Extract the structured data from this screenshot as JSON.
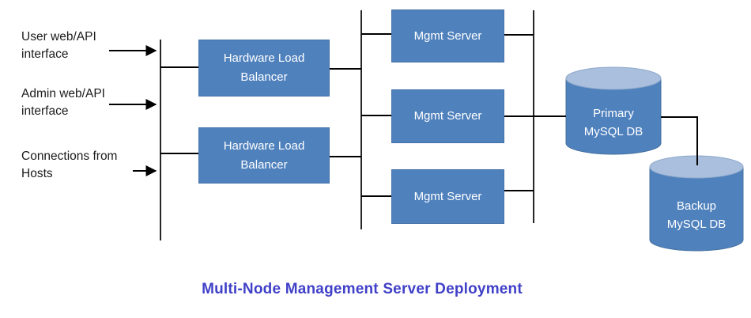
{
  "diagram": {
    "title": "Multi-Node Management Server Deployment",
    "sources": [
      {
        "line1": "User web/API",
        "line2": "interface"
      },
      {
        "line1": "Admin web/API",
        "line2": "interface"
      },
      {
        "line1": "Connections from",
        "line2": "Hosts"
      }
    ],
    "load_balancers": [
      {
        "line1": "Hardware Load",
        "line2": "Balancer"
      },
      {
        "line1": "Hardware Load",
        "line2": "Balancer"
      }
    ],
    "mgmt_servers": [
      {
        "label": "Mgmt Server"
      },
      {
        "label": "Mgmt Server"
      },
      {
        "label": "Mgmt Server"
      }
    ],
    "databases": [
      {
        "line1": "Primary",
        "line2": "MySQL DB"
      },
      {
        "line1": "Backup",
        "line2": "MySQL DB"
      }
    ],
    "colors": {
      "node_fill": "#4F81BD",
      "node_text": "#FFFFFF",
      "cylinder_top": "#A9BFDD",
      "connector_line": "#000000",
      "title_text": "#4040C8",
      "label_text": "#1B1B1B"
    }
  }
}
